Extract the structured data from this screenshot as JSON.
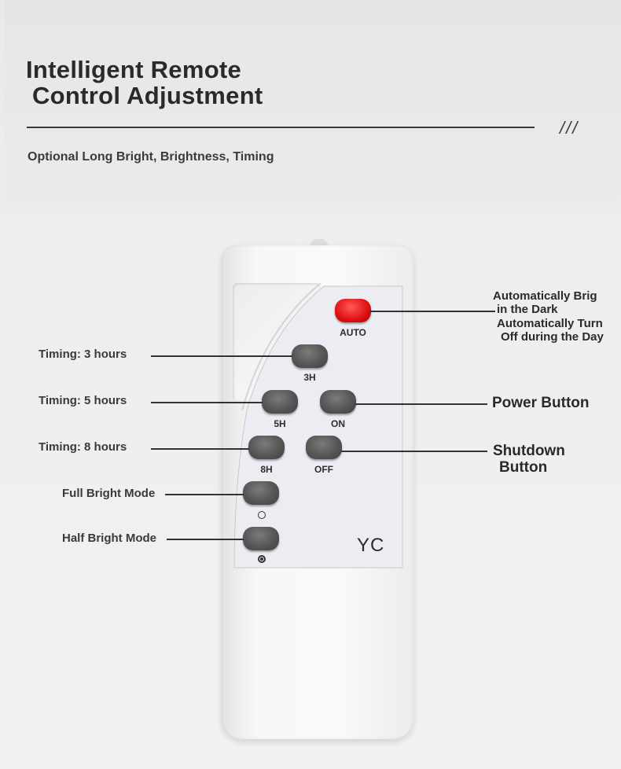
{
  "header": {
    "title_line1": "Intelligent Remote",
    "title_line2": "Control Adjustment",
    "slashes": "///",
    "subtitle": "Optional Long Bright, Brightness, Timing"
  },
  "remote": {
    "brand": "YC",
    "buttons": {
      "auto": "AUTO",
      "three_h": "3H",
      "five_h": "5H",
      "on": "ON",
      "eight_h": "8H",
      "off": "OFF"
    },
    "colors": {
      "auto_button": "#e01010",
      "buttons": "#565656",
      "body": "#f7f7f7",
      "panel": "#ecedf3"
    }
  },
  "callouts": {
    "timing_3": "Timing: 3 hours",
    "timing_5": "Timing: 5 hours",
    "timing_8": "Timing: 8 hours",
    "full_bright": "Full Bright Mode",
    "half_bright": "Half Bright Mode",
    "auto_line1": "Automatically Brig",
    "auto_line2": "in the Dark",
    "auto_line3": "Automatically Turn",
    "auto_line4": "Off during the Day",
    "power": "Power Button",
    "shutdown_line1": "Shutdown",
    "shutdown_line2": "Button"
  }
}
